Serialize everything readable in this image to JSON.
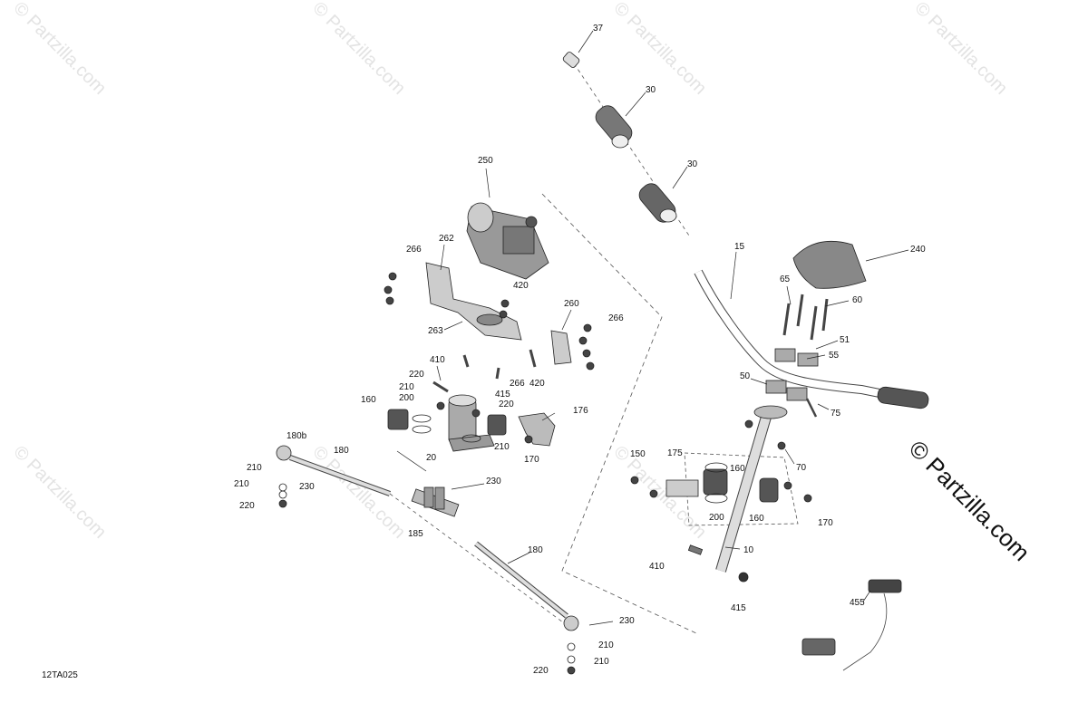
{
  "watermark": "© Partzilla.com",
  "brand": "© Partzilla.com",
  "diagram_code": "12TA025",
  "callouts": {
    "c37": "37",
    "c30a": "30",
    "c30b": "30",
    "c15": "15",
    "c240": "240",
    "c250": "250",
    "c262": "262",
    "c266a": "266",
    "c420a": "420",
    "c260": "260",
    "c266b": "266",
    "c263": "263",
    "c410a": "410",
    "c266c": "266",
    "c420b": "420",
    "c220a": "220",
    "c210a": "210",
    "c200a": "200",
    "c160a": "160",
    "c415a": "415",
    "c220b": "220",
    "c176": "176",
    "c210b": "210",
    "c20": "20",
    "c170a": "170",
    "c65": "65",
    "c60": "60",
    "c51": "51",
    "c55": "55",
    "c50": "50",
    "c75": "75",
    "c70": "70",
    "c150": "150",
    "c175": "175",
    "c160b": "160",
    "c200b": "200",
    "c160c": "160",
    "c170b": "170",
    "c10": "10",
    "c410b": "410",
    "c415b": "415",
    "c180b": "180b",
    "c180a": "180",
    "c210c": "210",
    "c230a": "230",
    "c210d": "210",
    "c220c": "220",
    "c230b": "230",
    "c185": "185",
    "c180c": "180",
    "c230c": "230",
    "c210e": "210",
    "c210f": "210",
    "c220d": "220",
    "c455": "455"
  }
}
